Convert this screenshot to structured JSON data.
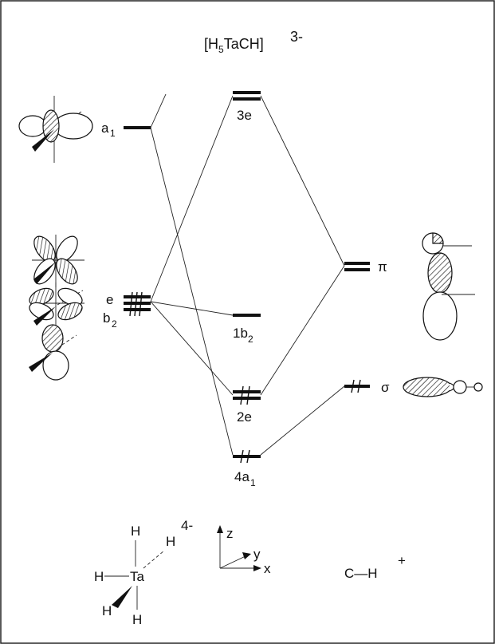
{
  "title": {
    "text": "[H",
    "sub": "5",
    "text2": "TaCH]",
    "charge": "3-"
  },
  "fragment_left": {
    "levels": [
      {
        "label": "a",
        "sub": "1"
      },
      {
        "label": "e",
        "sub": ""
      },
      {
        "label": "b",
        "sub": "2"
      }
    ]
  },
  "complex": {
    "levels": [
      {
        "label": "3e",
        "sub": ""
      },
      {
        "label": "1b",
        "sub": "2"
      },
      {
        "label": "2e",
        "sub": ""
      },
      {
        "label": "4a",
        "sub": "1"
      }
    ]
  },
  "fragment_right": {
    "levels": [
      {
        "label": "π"
      },
      {
        "label": "σ"
      }
    ]
  },
  "molecule_left": {
    "atoms": [
      "H",
      "H",
      "H",
      "Ta",
      "H",
      "H"
    ],
    "charge": "4-"
  },
  "axes": {
    "z": "z",
    "y": "y",
    "x": "x"
  },
  "molecule_right": {
    "formula": "C—H",
    "charge": "+"
  },
  "colors": {
    "ink": "#111111",
    "background": "#ffffff",
    "border": "#222222"
  }
}
